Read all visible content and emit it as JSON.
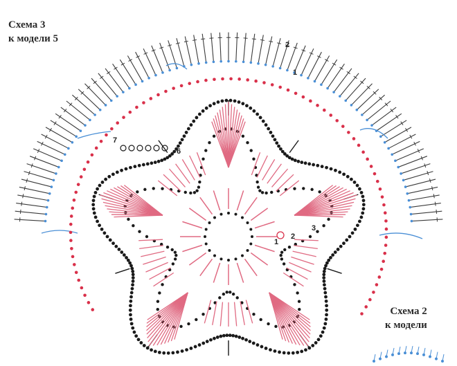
{
  "titles": {
    "main_line1": "Схема 3",
    "main_line2": "к модели 5",
    "second_line1": "Схема 2",
    "second_line2": "к модели"
  },
  "row_markers": [
    "1",
    "2",
    "3",
    "6",
    "7",
    "1",
    "2"
  ],
  "colors": {
    "black_stitch": "#1a1a1a",
    "red_stitch": "#d9304a",
    "pink_stitch": "#e06a82",
    "blue_stitch": "#4a8fd6",
    "post_stitch": "#3a3a3a"
  },
  "icons": [
    "chain-dot",
    "double-crochet-post",
    "picot-loop"
  ]
}
